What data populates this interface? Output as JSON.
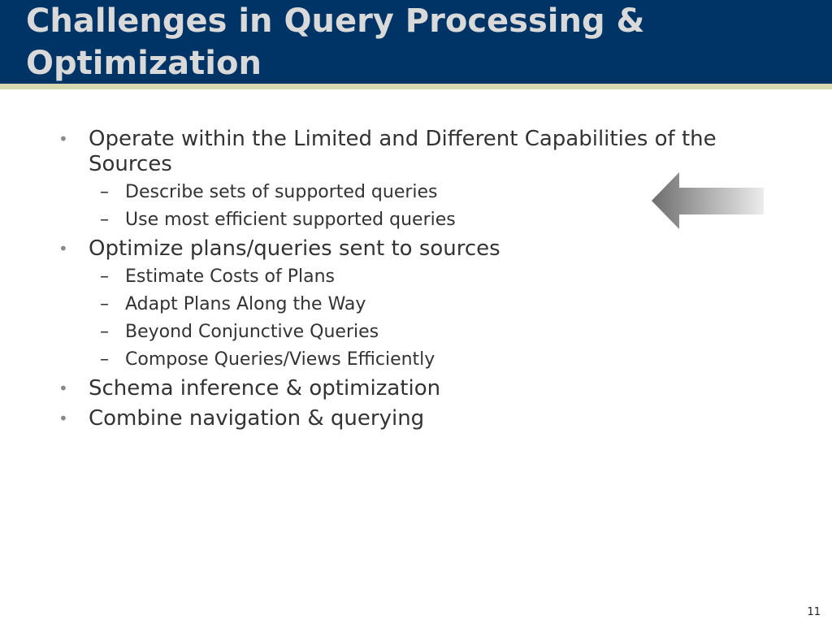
{
  "slide": {
    "title": "Challenges in Query Processing & Optimization",
    "page_number": "11",
    "colors": {
      "title_bar": "#003366",
      "title_rule": "#d6d9b0",
      "title_text": "#d9d9d9",
      "body_text": "#333333",
      "bullet": "#8a8a8a"
    },
    "arrow_icon": "left-arrow-icon",
    "bullets": [
      {
        "text": "Operate within the Limited and Different Capabilities of the Sources",
        "subitems": [
          "Describe sets of supported queries",
          "Use most efficient supported queries"
        ]
      },
      {
        "text": "Optimize plans/queries sent to sources",
        "subitems": [
          "Estimate Costs of Plans",
          "Adapt Plans Along the Way",
          "Beyond Conjunctive Queries",
          "Compose Queries/Views Efficiently"
        ]
      },
      {
        "text": "Schema inference & optimization",
        "subitems": []
      },
      {
        "text": "Combine navigation & querying",
        "subitems": []
      }
    ],
    "bullet_symbol": "•",
    "sub_symbol": "–"
  }
}
